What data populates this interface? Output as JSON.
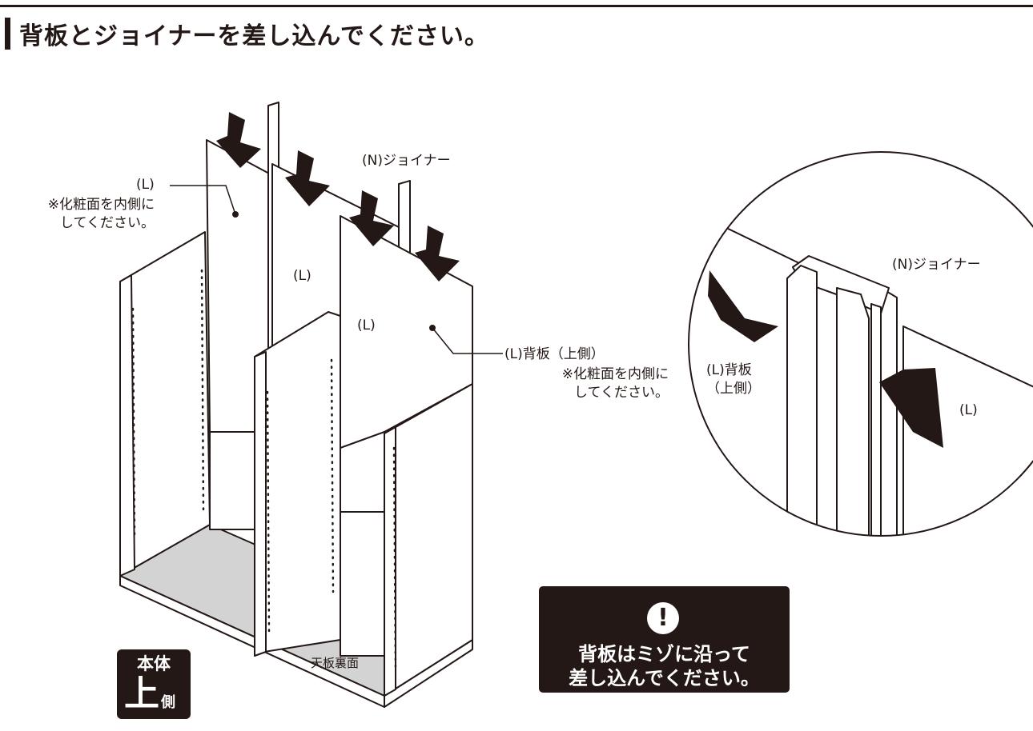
{
  "header": {
    "title": "背板とジョイナーを差し込んでください。"
  },
  "diagram": {
    "label_joiner": "(N)ジョイナー",
    "label_left_panel": "(L)",
    "label_left_note": "※化粧面を内側に\nしてください。",
    "label_mid_panel_1": "(L)",
    "label_mid_panel_2": "(L)",
    "label_back_upper": "(L)背板（上側）",
    "label_back_upper_note": "※化粧面を内側に\nしてください。",
    "label_top_underside": "天板裏面"
  },
  "detail": {
    "label_joiner": "(N)ジョイナー",
    "label_back_upper": "(L)背板\n（上側）",
    "label_panel": "(L)"
  },
  "notice": {
    "icon": "exclamation-icon",
    "text": "背板はミゾに沿って\n差し込んでください。"
  },
  "badge": {
    "line1": "本体",
    "big": "上",
    "small": "側"
  },
  "colors": {
    "ink": "#231815",
    "floor": "#d3d3d3",
    "paper": "#ffffff"
  }
}
